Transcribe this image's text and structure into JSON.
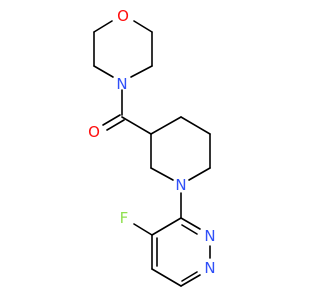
{
  "molecule": {
    "atom_labels": {
      "morpholine_oxygen": "O",
      "morpholine_nitrogen": "N",
      "carbonyl_oxygen": "O",
      "piperidine_nitrogen": "N",
      "fluorine": "F",
      "pyrimidine_n3": "N",
      "pyrimidine_n1": "N"
    },
    "colors": {
      "bond": "#000000",
      "oxygen": "#ff0d0d",
      "nitrogen": "#3050f8",
      "fluorine": "#90e050"
    }
  }
}
